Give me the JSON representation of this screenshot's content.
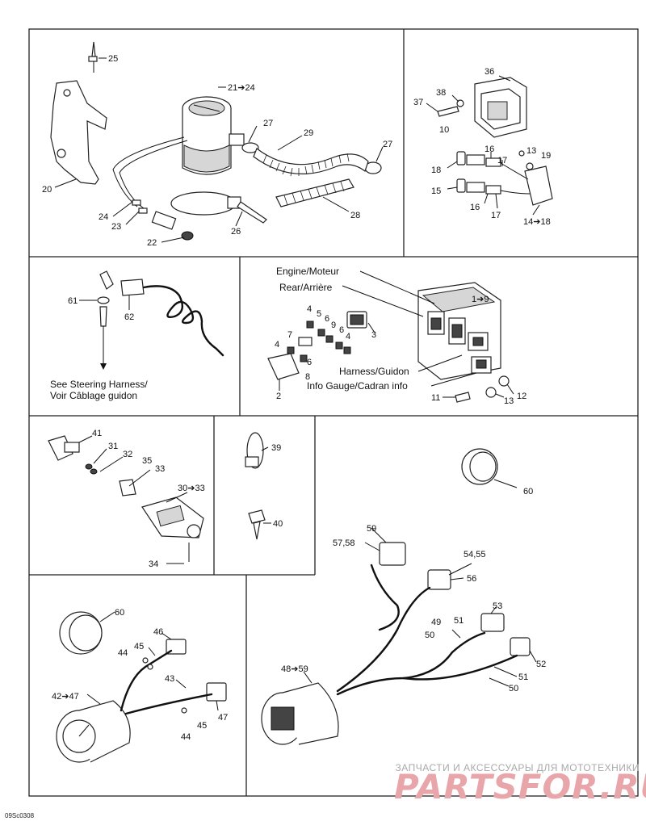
{
  "diagram": {
    "callouts": {
      "c25": "25",
      "c21_24": "21➔24",
      "c20": "20",
      "c27a": "27",
      "c29": "29",
      "c27b": "27",
      "c24": "24",
      "c23": "23",
      "c22": "22",
      "c26": "26",
      "c28": "28",
      "c36": "36",
      "c38": "38",
      "c37": "37",
      "c10": "10",
      "c16a": "16",
      "c13a": "13",
      "c17a": "17",
      "c19": "19",
      "c18": "18",
      "c15": "15",
      "c16b": "16",
      "c17b": "17",
      "c14_18": "14➔18",
      "c61": "61",
      "c62": "62",
      "c1_9": "1➔9",
      "c4a": "4",
      "c5": "5",
      "c6a": "6",
      "c9": "9",
      "c6b": "6",
      "c4b": "4",
      "c3": "3",
      "c7": "7",
      "c4c": "4",
      "c6c": "6",
      "c8": "8",
      "c2": "2",
      "c12": "12",
      "c13b": "13",
      "c11": "11",
      "c41": "41",
      "c31": "31",
      "c32": "32",
      "c35": "35",
      "c33a": "33",
      "c30_33": "30➔33",
      "c34": "34",
      "c39": "39",
      "c40": "40",
      "c60a": "60",
      "c60b": "60",
      "c46": "46",
      "c45a": "45",
      "c44a": "44",
      "c43": "43",
      "c42_47": "42➔47",
      "c44b": "44",
      "c45b": "45",
      "c47": "47",
      "c59": "59",
      "c57_58": "57,58",
      "c54_55": "54,55",
      "c56": "56",
      "c53": "53",
      "c49": "49",
      "c51a": "51",
      "c50a": "50",
      "c52": "52",
      "c51b": "51",
      "c50b": "50",
      "c48_59": "48➔59"
    },
    "labels": {
      "engine": "Engine/Moteur",
      "rear": "Rear/Arrière",
      "harness": "Harness/Guidon",
      "info_gauge": "Info Gauge/Cadran info",
      "see_steering_1": "See Steering Harness/",
      "see_steering_2": "Voir Câblage guidon"
    },
    "drawing_code": "09Sc0308"
  },
  "watermark": {
    "line1": "ЗАПЧАСТИ И АКСЕССУАРЫ ДЛЯ МОТОТЕХНИКИ",
    "line2": "PARTSFOR.RU"
  }
}
